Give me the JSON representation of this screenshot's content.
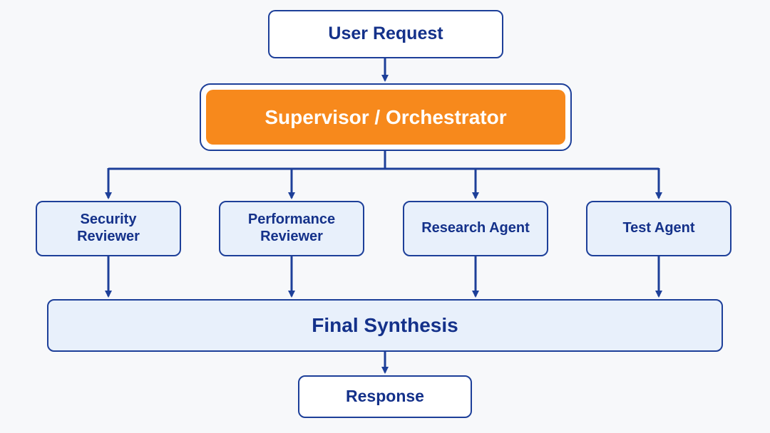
{
  "nodes": {
    "user_request": "User Request",
    "supervisor": "Supervisor / Orchestrator",
    "security_reviewer": [
      "Security",
      "Reviewer"
    ],
    "performance_reviewer": [
      "Performance",
      "Reviewer"
    ],
    "research_agent": "Research Agent",
    "test_agent": "Test Agent",
    "final_synthesis": "Final Synthesis",
    "response": "Response"
  },
  "edges": [
    {
      "from": "user_request",
      "to": "supervisor"
    },
    {
      "from": "supervisor",
      "to": "security_reviewer"
    },
    {
      "from": "supervisor",
      "to": "performance_reviewer"
    },
    {
      "from": "supervisor",
      "to": "research_agent"
    },
    {
      "from": "supervisor",
      "to": "test_agent"
    },
    {
      "from": "security_reviewer",
      "to": "final_synthesis"
    },
    {
      "from": "performance_reviewer",
      "to": "final_synthesis"
    },
    {
      "from": "research_agent",
      "to": "final_synthesis"
    },
    {
      "from": "test_agent",
      "to": "final_synthesis"
    },
    {
      "from": "final_synthesis",
      "to": "response"
    }
  ],
  "colors": {
    "line": "#1d3f99",
    "text": "#14318a",
    "supervisor_fill": "#f7891c",
    "agent_fill": "#e8f0fb",
    "background": "#f7f8fa"
  }
}
